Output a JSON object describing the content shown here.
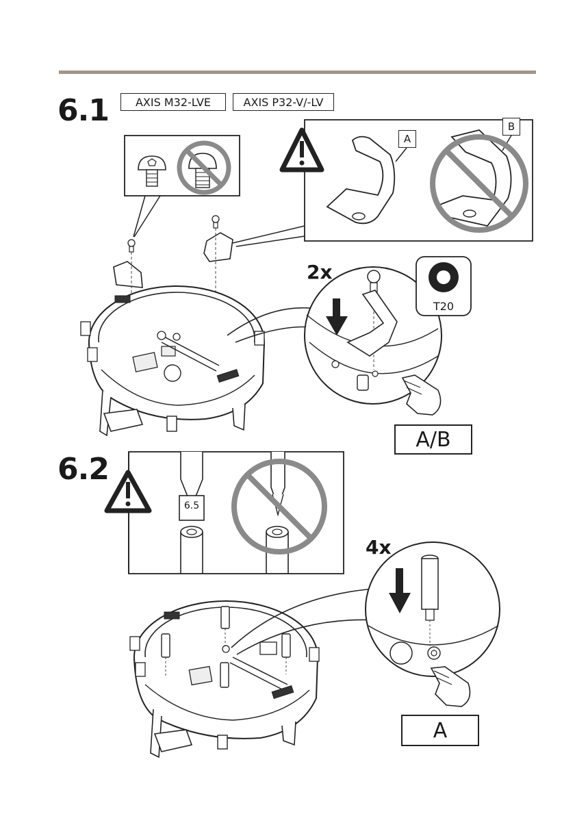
{
  "steps": [
    {
      "number": "6.1",
      "models": [
        "AXIS M32-LVE",
        "AXIS P32-V/-LV"
      ]
    },
    {
      "number": "6.2"
    }
  ],
  "step61": {
    "clip_labels": {
      "correct": "A",
      "wrong": "B"
    },
    "quantity": "2x",
    "tool": "T20",
    "position_tag": "A/B"
  },
  "step62": {
    "screwdriver_size": "6.5",
    "quantity": "4x",
    "position_tag": "A"
  },
  "icons": [
    "warning-icon",
    "prohibited-icon",
    "torx-icon",
    "pointing-hand-icon",
    "down-arrow-icon"
  ],
  "colors": {
    "rule": "#a1958b",
    "prohibited": "#8a8a8a",
    "ink": "#1a1a1a"
  }
}
